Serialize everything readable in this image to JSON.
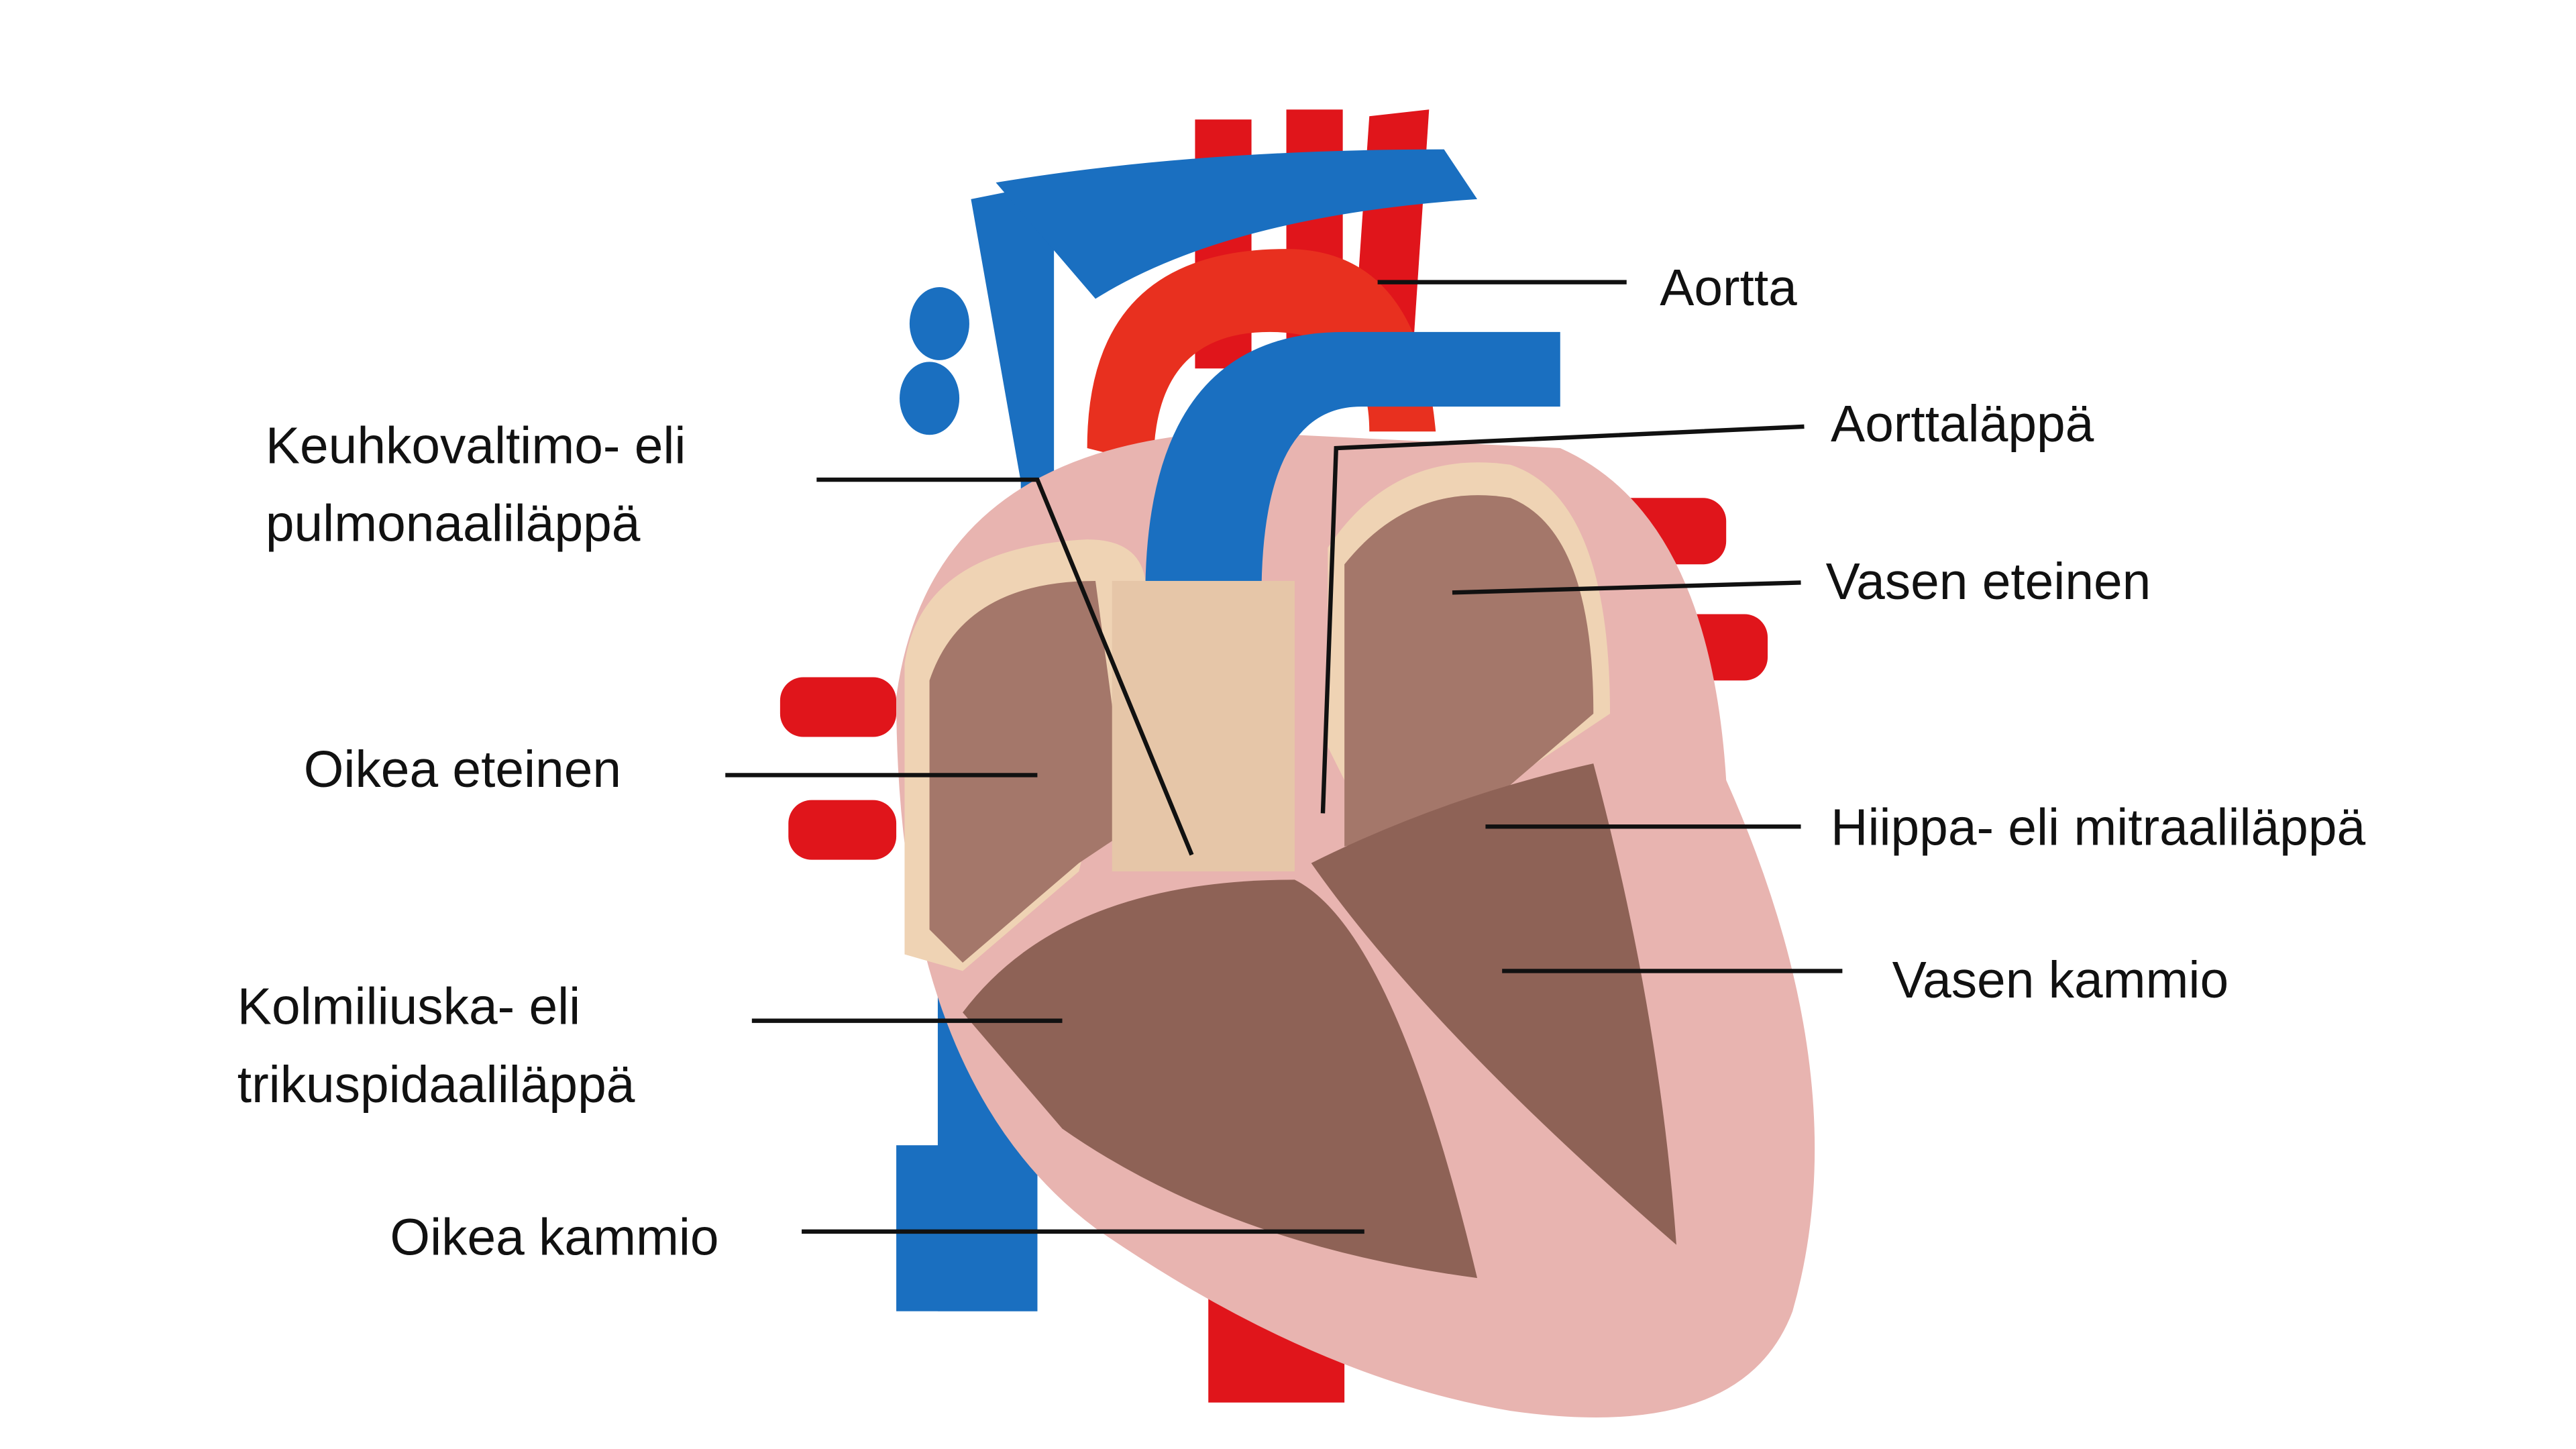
{
  "title": "Heart anatomy diagram",
  "labels": {
    "aortta": "Aortta",
    "aorttalappa": "Aorttaläppä",
    "keuhko_1": "Keuhkovaltimo- eli",
    "keuhko_2": "pulmonaaliläppä",
    "vasen_eteinen": "Vasen eteinen",
    "oikea_eteinen": "Oikea eteinen",
    "hiippa": "Hiippa- eli mitraaliläppä",
    "vasen_kammio": "Vasen kammio",
    "kolmi_1": "Kolmiliuska- eli",
    "kolmi_2": "trikuspidaaliläppä",
    "oikea_kammio": "Oikea kammio"
  },
  "colors": {
    "vein": "#1a6fc0",
    "artery": "#e0151b",
    "muscle": "#e8b4b0",
    "chamber": "#a4776a",
    "wall": "#efd3b4"
  }
}
